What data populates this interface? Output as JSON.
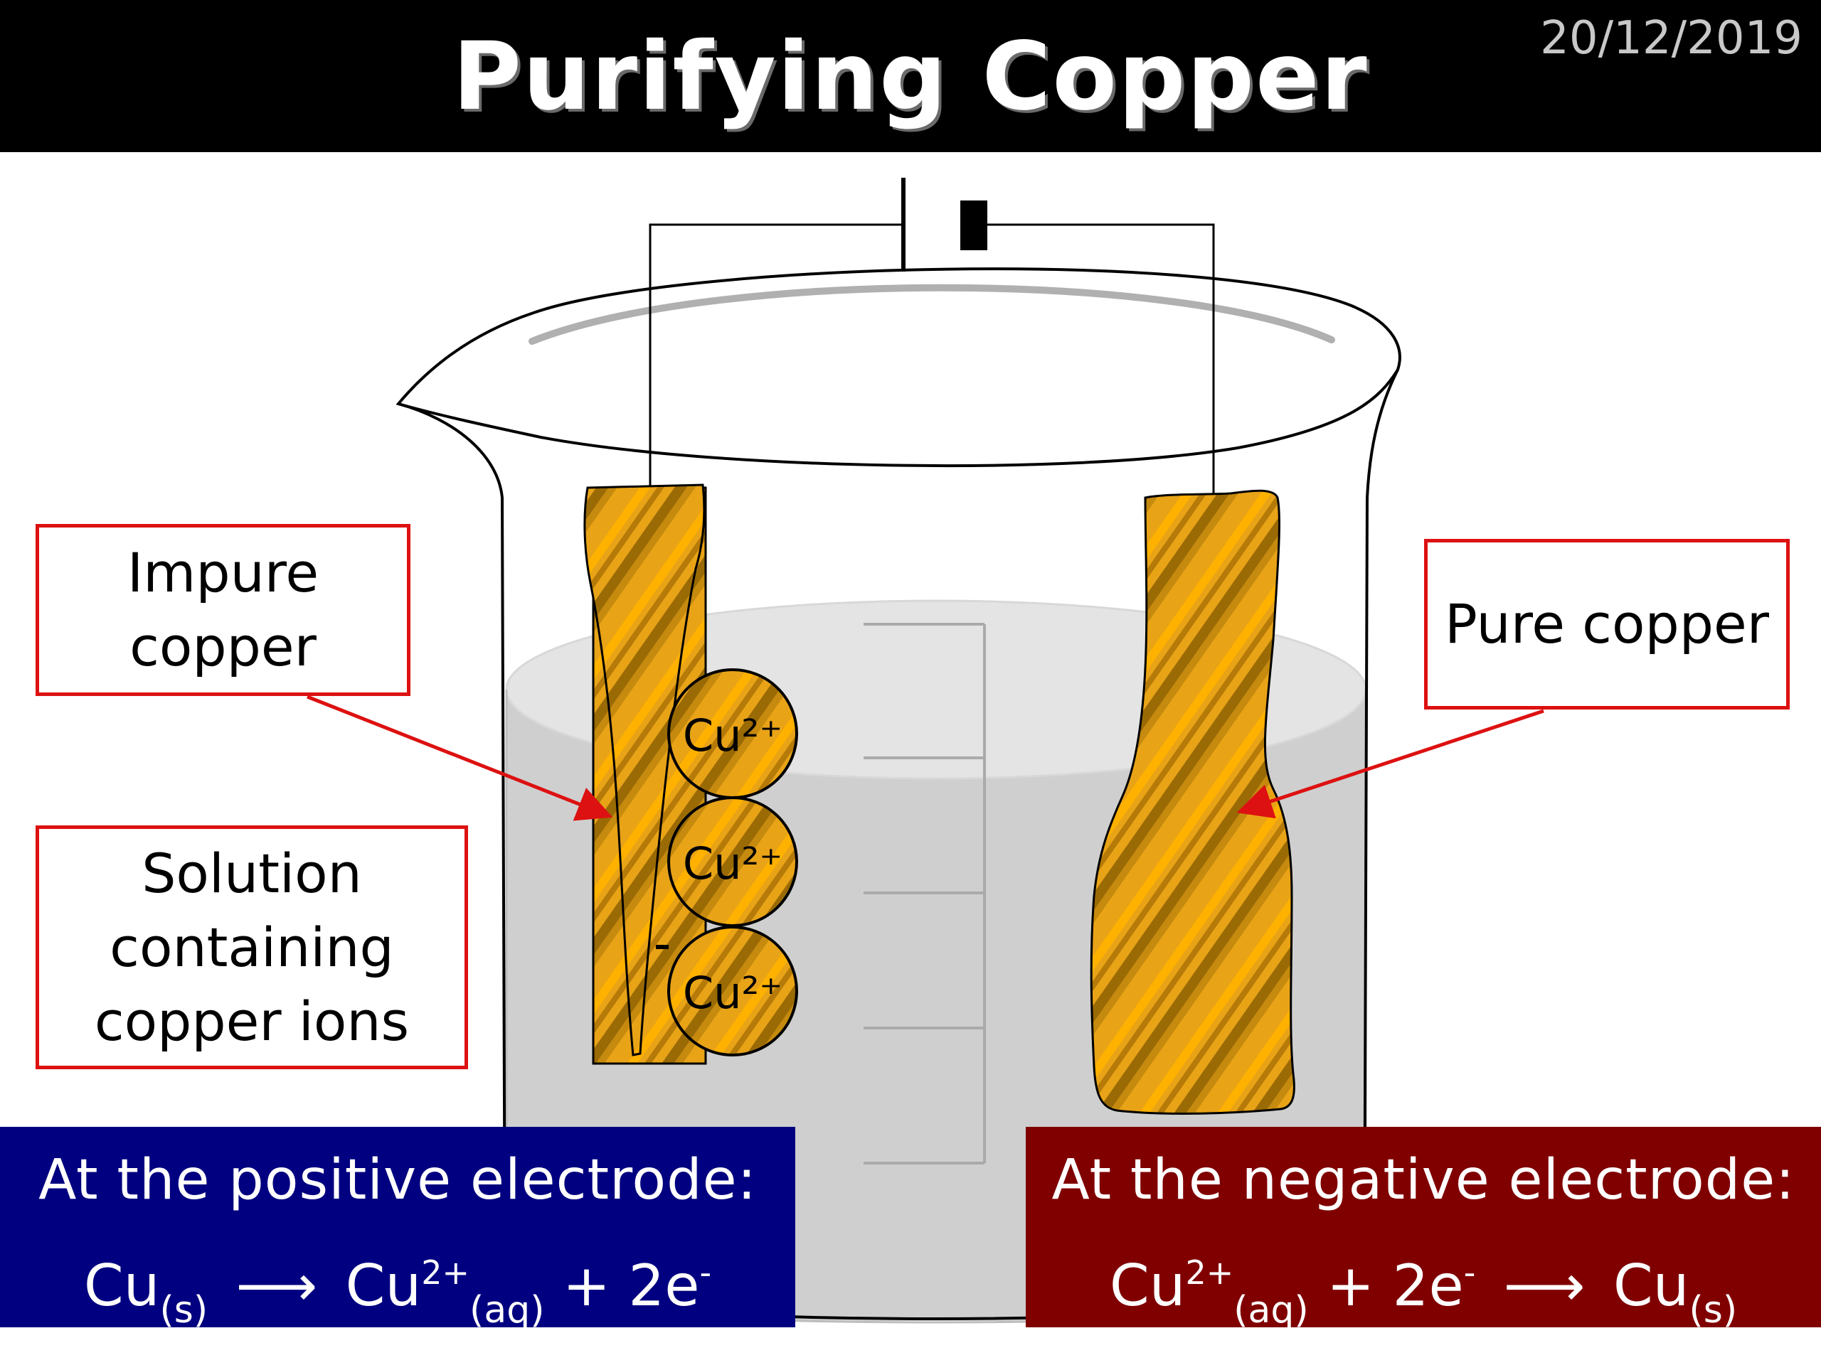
{
  "header": {
    "title": "Purifying Copper",
    "date": "20/12/2019",
    "background_color": "#000000",
    "title_color": "#ffffff"
  },
  "labels": {
    "impure": "Impure\ncopper",
    "pure": "Pure copper",
    "solution": "Solution\ncontaining\ncopper ions",
    "border_color": "#dd1111"
  },
  "ions": [
    "Cu²⁺",
    "Cu²⁺",
    "Cu²⁺"
  ],
  "positive_electrode": {
    "heading": "At the positive electrode:",
    "reactant": "Cu",
    "reactant_state": "(s)",
    "product_ion": "Cu",
    "product_charge": "2+",
    "product_state": "(aq)",
    "electrons": "+ 2e",
    "electron_charge": "-",
    "arrow": "⟶",
    "background_color": "#000080"
  },
  "negative_electrode": {
    "heading": "At the negative electrode:",
    "reactant_ion": "Cu",
    "reactant_charge": "2+",
    "reactant_state": "(aq)",
    "electrons": "+ 2e",
    "electron_charge": "-",
    "product": "Cu",
    "product_state": "(s)",
    "arrow": "⟶",
    "background_color": "#800000"
  },
  "colors": {
    "copper": "#e8a317",
    "copper_dark": "#7a5200",
    "solution": "#cfcfcf",
    "solution_surface": "#e6e6e6",
    "wire": "#000000",
    "beaker_outline": "#000000",
    "pointer_arrow": "#dd1111"
  }
}
